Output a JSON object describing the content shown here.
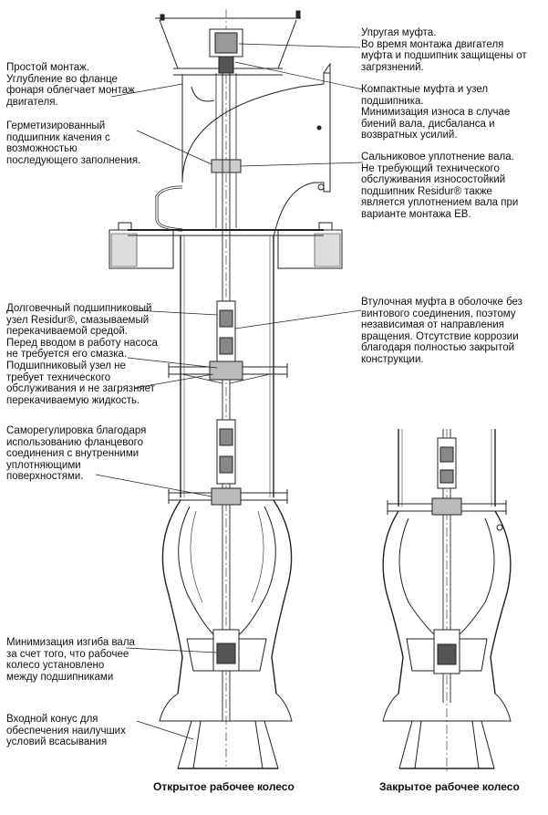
{
  "left_notes": [
    [
      "Простой монтаж.",
      "Углубление во фланце",
      "фонаря облегчает монтаж",
      "двигателя."
    ],
    [
      "Герметизированный",
      "подшипник качения с",
      "возможностью",
      "последующего заполнения."
    ],
    [
      "Долговечный подшипниковый",
      "узел Residur®, смазываемый",
      "перекачиваемой средой.",
      "Перед вводом в работу насоса",
      "не требуется его смазка.",
      "Подшипниковый узел не",
      "требует технического",
      "обслуживания и не загрязняет",
      "перекачиваемую жидкость."
    ],
    [
      "Саморегулировка благодаря",
      "использованию фланцевого",
      "соединения с внутренними",
      "уплотняющими",
      "поверхностями."
    ],
    [
      "Минимизация изгиба вала",
      "за счет того, что рабочее",
      "колесо установлено",
      "между подшипниками"
    ],
    [
      "Входной конус для",
      "обеспечения наилучших",
      "условий всасывания"
    ]
  ],
  "right_notes": [
    [
      "Упругая муфта.",
      "Во время монтажа двигателя",
      "муфта и подшипник защищены от",
      "загрязнений."
    ],
    [
      "Компактные муфта и узел",
      "подшипника.",
      "Минимизация износа в случае",
      "биений вала, дисбаланса и",
      "возвратных усилий."
    ],
    [
      "Сальниковое уплотнение вала.",
      "Не требующий технического",
      "обслуживания износостойкий",
      "подшипник Residur® также",
      "является уплотнением вала при",
      "варианте монтажа ЕВ."
    ],
    [
      "Втулочная муфта в оболочке без",
      "винтового соединения, поэтому",
      "независимая от направления",
      "вращения. Отсутствие коррозии",
      "благодаря полностью закрытой",
      "конструкции."
    ]
  ],
  "captions": {
    "open_impeller": "Открытое рабочее колесо",
    "closed_impeller": "Закрытое рабочее колесо"
  }
}
